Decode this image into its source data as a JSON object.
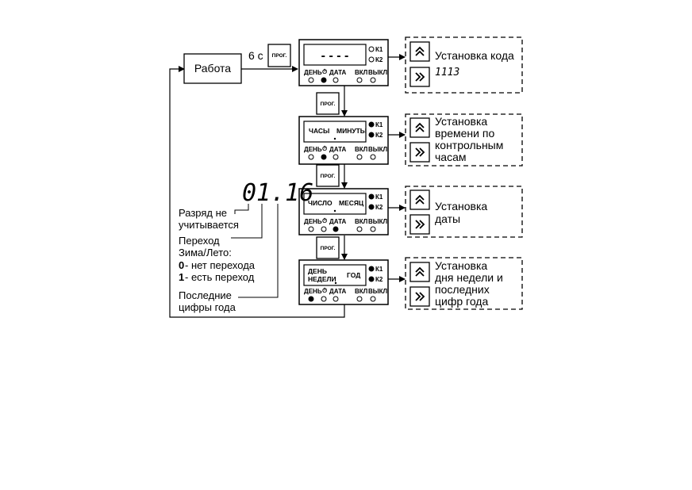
{
  "work": "Работа",
  "delay": "6 с",
  "prog": "ПРОГ.",
  "leds": {
    "k1": "К1",
    "k2": "К2",
    "day": "ДЕНЬ",
    "date": "ДАТА",
    "on": "ВКЛ",
    "off": "ВЫКЛ"
  },
  "screens": {
    "s1": "- - - -",
    "s2_a": "ЧАСЫ",
    "s2_b": "МИНУТЫ",
    "s3_a": "ЧИСЛО",
    "s3_b": "МЕСЯЦ",
    "s4_a": "ДЕНЬ",
    "s4_b": "НЕДЕЛИ",
    "s4_c": "ГОД"
  },
  "panels": {
    "p1": "Установка кода",
    "p1_code": "1113",
    "p2_l1": "Установка",
    "p2_l2": "времени по",
    "p2_l3": "контрольным",
    "p2_l4": "часам",
    "p3_l1": "Установка",
    "p3_l2": "даты",
    "p4_l1": "Установка",
    "p4_l2": "дня недели и",
    "p4_l3": "последних",
    "p4_l4": "цифр года"
  },
  "legend": {
    "display": "01.16",
    "a1": "Разряд не",
    "a2": "учитывается",
    "b1": "Переход",
    "b2": "Зима/Лето:",
    "b3n": "0",
    "b3t": " - нет перехода",
    "b4n": "1",
    "b4t": " - есть переход",
    "c1": "Последние",
    "c2": "цифры года"
  }
}
